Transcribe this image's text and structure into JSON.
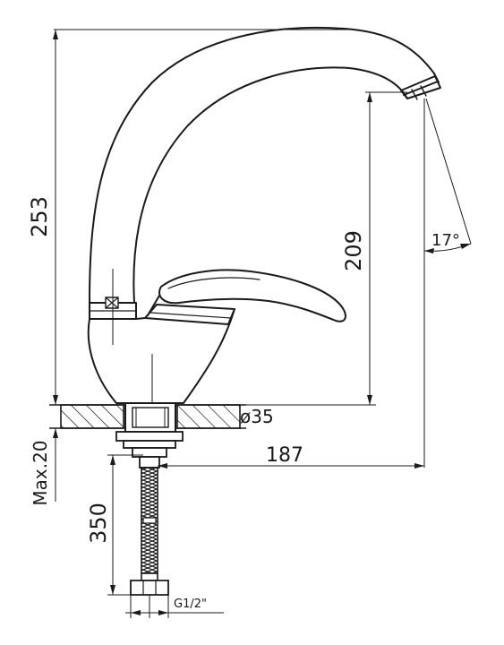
{
  "drawing": {
    "line_color": "#1a1a1a",
    "background": "#ffffff"
  },
  "dimensions": {
    "total_height": "253",
    "spout_height": "209",
    "reach": "187",
    "hole_diameter": "ø35",
    "max_thickness": "Max.20",
    "hose_length": "350",
    "connection": "G1/2\"",
    "spout_angle": "17°"
  }
}
